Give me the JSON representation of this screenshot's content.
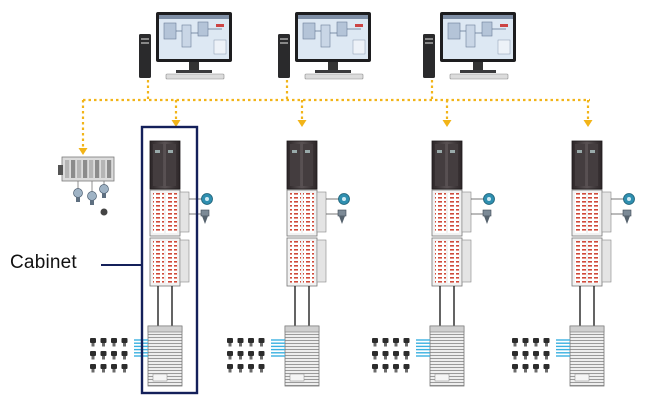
{
  "labels": {
    "cabinet": "Cabinet"
  },
  "colors": {
    "network": "#f2b418",
    "cabinet_outline": "#14205a",
    "fieldbus": "#3ab0e0",
    "controller_dark": "#3a3436",
    "module_light": "#e9e9e9",
    "io_stripe": "#c84a3a",
    "screen_bg": "#dde8f3",
    "transmitter": "#2f8fb0"
  },
  "diagram": {
    "workstations": [
      {
        "name": "operator-workstation-1",
        "icon": "desktop-pc-monitor-icon"
      },
      {
        "name": "operator-workstation-2",
        "icon": "desktop-pc-monitor-icon"
      },
      {
        "name": "operator-workstation-3",
        "icon": "desktop-pc-monitor-icon"
      }
    ],
    "stations": [
      {
        "name": "controller-station-1",
        "highlighted": true
      },
      {
        "name": "controller-station-2",
        "highlighted": false
      },
      {
        "name": "controller-station-3",
        "highlighted": false
      },
      {
        "name": "controller-station-4",
        "highlighted": false
      }
    ],
    "network": {
      "style": "dotted",
      "icon": "control-network-icon"
    },
    "legacy_system": {
      "icon": "legacy-controller-rack-icon"
    },
    "field_devices_per_station": 12
  }
}
